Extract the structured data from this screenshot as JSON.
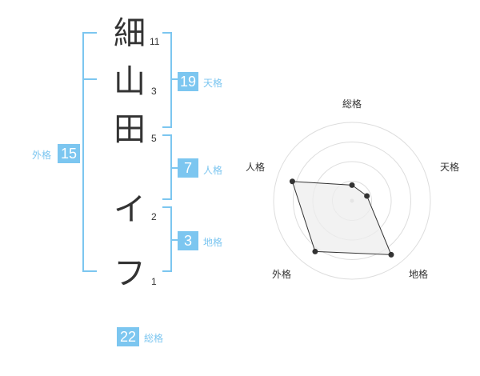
{
  "name": {
    "chars": [
      {
        "char": "細",
        "strokes": "11"
      },
      {
        "char": "山",
        "strokes": "3"
      },
      {
        "char": "田",
        "strokes": "5"
      },
      {
        "char": "イ",
        "strokes": "2"
      },
      {
        "char": "フ",
        "strokes": "1"
      }
    ]
  },
  "fortunes": {
    "tenkaku": {
      "value": "19",
      "label": "天格"
    },
    "jinkaku": {
      "value": "7",
      "label": "人格"
    },
    "chikaku": {
      "value": "3",
      "label": "地格"
    },
    "gaikaku": {
      "value": "15",
      "label": "外格"
    },
    "soukaku": {
      "value": "22",
      "label": "総格"
    }
  },
  "colors": {
    "accent": "#7cc6f0",
    "text": "#333333",
    "radar_fill": "#eeeeee",
    "radar_grid": "#dddddd"
  },
  "chart_data": {
    "type": "radar",
    "axes": [
      "総格",
      "天格",
      "地格",
      "外格",
      "人格"
    ],
    "values": [
      0.2,
      0.2,
      0.85,
      0.8,
      0.8
    ],
    "max": 1,
    "rings": 4
  }
}
